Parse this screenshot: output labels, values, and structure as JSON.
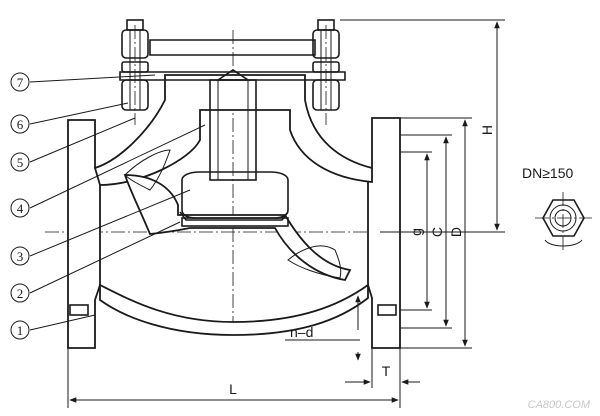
{
  "callouts": [
    "1",
    "2",
    "3",
    "4",
    "5",
    "6",
    "7"
  ],
  "dimensions": {
    "H": "H",
    "g": "g",
    "C": "C",
    "D": "D",
    "L": "L",
    "T": "T",
    "nd": "n–d"
  },
  "note": "DN≥150",
  "watermark": "CA800.COM",
  "colors": {
    "line": "#1a1a1a",
    "background": "#ffffff",
    "watermark": "#c8c8c8"
  }
}
